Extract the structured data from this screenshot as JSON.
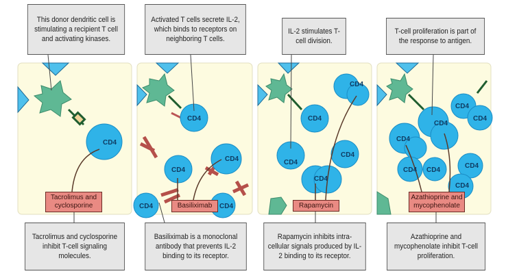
{
  "colors": {
    "panel": "#fdfbe0",
    "cell": "#2fb3e8",
    "dendritic": "#5fb894",
    "drug": "#e98a83",
    "callout": "#e6e6e6"
  },
  "cell_label": "CD4",
  "panels": [
    {
      "top_text": "This donor dendritic cell is stimulating a recipient T cell and activating kinases.",
      "drug": "Tacrolimus and cyclosporine",
      "bottom_text": "Tacrolimus and cyclosporine inhibit T-cell signaling molecules."
    },
    {
      "top_text": "Activated T cells secrete IL-2, which binds to receptors on neighboring T cells.",
      "drug": "Basiliximab",
      "bottom_text": "Basiliximab is a monoclonal antibody that prevents IL-2 binding to its receptor."
    },
    {
      "top_text": "IL-2 stimulates T-cell division.",
      "drug": "Rapamycin",
      "bottom_text": "Rapamycin inhibits intra-cellular signals produced by IL-2 binding to its receptor."
    },
    {
      "top_text": "T-cell proliferation is part of the response to antigen.",
      "drug": "Azathioprine and mycophenolate",
      "bottom_text": "Azathioprine and mycophenolate inhibit T-cell proliferation."
    }
  ]
}
